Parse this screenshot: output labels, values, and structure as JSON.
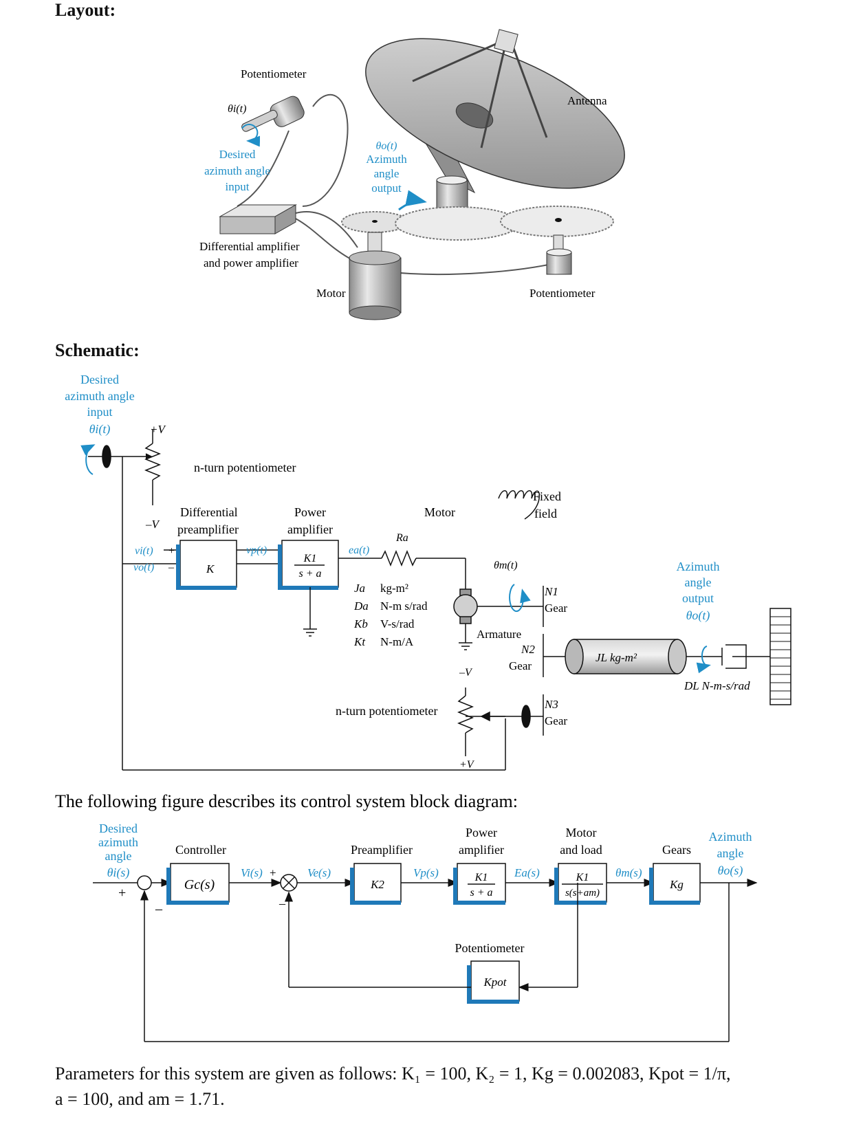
{
  "headings": {
    "layout": "Layout:",
    "schematic": "Schematic:"
  },
  "layout": {
    "potentiometer_top": "Potentiometer",
    "theta_i": "θi(t)",
    "desired": [
      "Desired",
      "azimuth angle",
      "input"
    ],
    "theta_o": "θo(t)",
    "azimuth_output": [
      "Azimuth",
      "angle",
      "output"
    ],
    "antenna": "Antenna",
    "diff_amp": [
      "Differential amplifier",
      "and power amplifier"
    ],
    "motor": "Motor",
    "potentiometer_bottom": "Potentiometer"
  },
  "schematic": {
    "desired": [
      "Desired",
      "azimuth angle",
      "input",
      "θi(t)"
    ],
    "plus_v_top": "+V",
    "minus_v_top": "–V",
    "n_turn_top": "n-turn potentiometer",
    "diff_pre": [
      "Differential",
      "preamplifier"
    ],
    "power_amp": [
      "Power",
      "amplifier"
    ],
    "motor": "Motor",
    "fixed_field": [
      "Fixed",
      "field"
    ],
    "vi": "vi(t)",
    "vo": "vo(t)",
    "plus": "+",
    "minus": "–",
    "K": "K",
    "vp": "vp(t)",
    "K1": "K1",
    "s_plus_a": "s + a",
    "ea": "ea(t)",
    "Ra": "Ra",
    "params": [
      [
        "Ja",
        "kg-m²"
      ],
      [
        "Da",
        "N-m s/rad"
      ],
      [
        "Kb",
        "V-s/rad"
      ],
      [
        "Kt",
        "N-m/A"
      ]
    ],
    "theta_m": "θm(t)",
    "N1_gear": [
      "N1",
      "Gear"
    ],
    "armature": "Armature",
    "N2_gear": [
      "N2",
      "Gear"
    ],
    "JL": "JL  kg-m²",
    "azimuth_output": [
      "Azimuth",
      "angle",
      "output",
      "θo(t)"
    ],
    "DL": "DL N-m-s/rad",
    "minus_v_bottom": "–V",
    "n_turn_bottom": "n-turn potentiometer",
    "N3_gear": [
      "N3",
      "Gear"
    ],
    "plus_v_bottom": "+V"
  },
  "block_intro": "The following figure describes its control system block diagram:",
  "block": {
    "desired": [
      "Desired",
      "azimuth",
      "angle",
      "θi(s)"
    ],
    "plus_main": "+",
    "minus_main": "–",
    "controller": "Controller",
    "Gc": "Gc(s)",
    "Vi": "Vi(s)",
    "plus_sum2": "+",
    "minus_sum2": "–",
    "Ve": "Ve(s)",
    "preamplifier": "Preamplifier",
    "K2": "K2",
    "Vp": "Vp(s)",
    "power_amp": [
      "Power",
      "amplifier"
    ],
    "K1": "K1",
    "s_plus_a": "s + a",
    "Ea": "Ea(s)",
    "motor_load": [
      "Motor",
      "and load"
    ],
    "motor_tf_num": "K1",
    "motor_tf_den": "s(s+am)",
    "theta_m": "θm(s)",
    "gears": "Gears",
    "Kg": "Kg",
    "azimuth_out": [
      "Azimuth",
      "angle",
      "θo(s)"
    ],
    "potentiometer": "Potentiometer",
    "Kpot": "Kpot"
  },
  "parameters_text": [
    "Parameters for this system are given as follows: K₁ = 100, K₂ = 1, Kg = 0.002083, Kpot = 1/π,",
    "a = 100, and am = 1.71."
  ],
  "colors": {
    "accent": "#1f8ec7",
    "shadow_block": "#1f79b8",
    "line": "#111111"
  }
}
